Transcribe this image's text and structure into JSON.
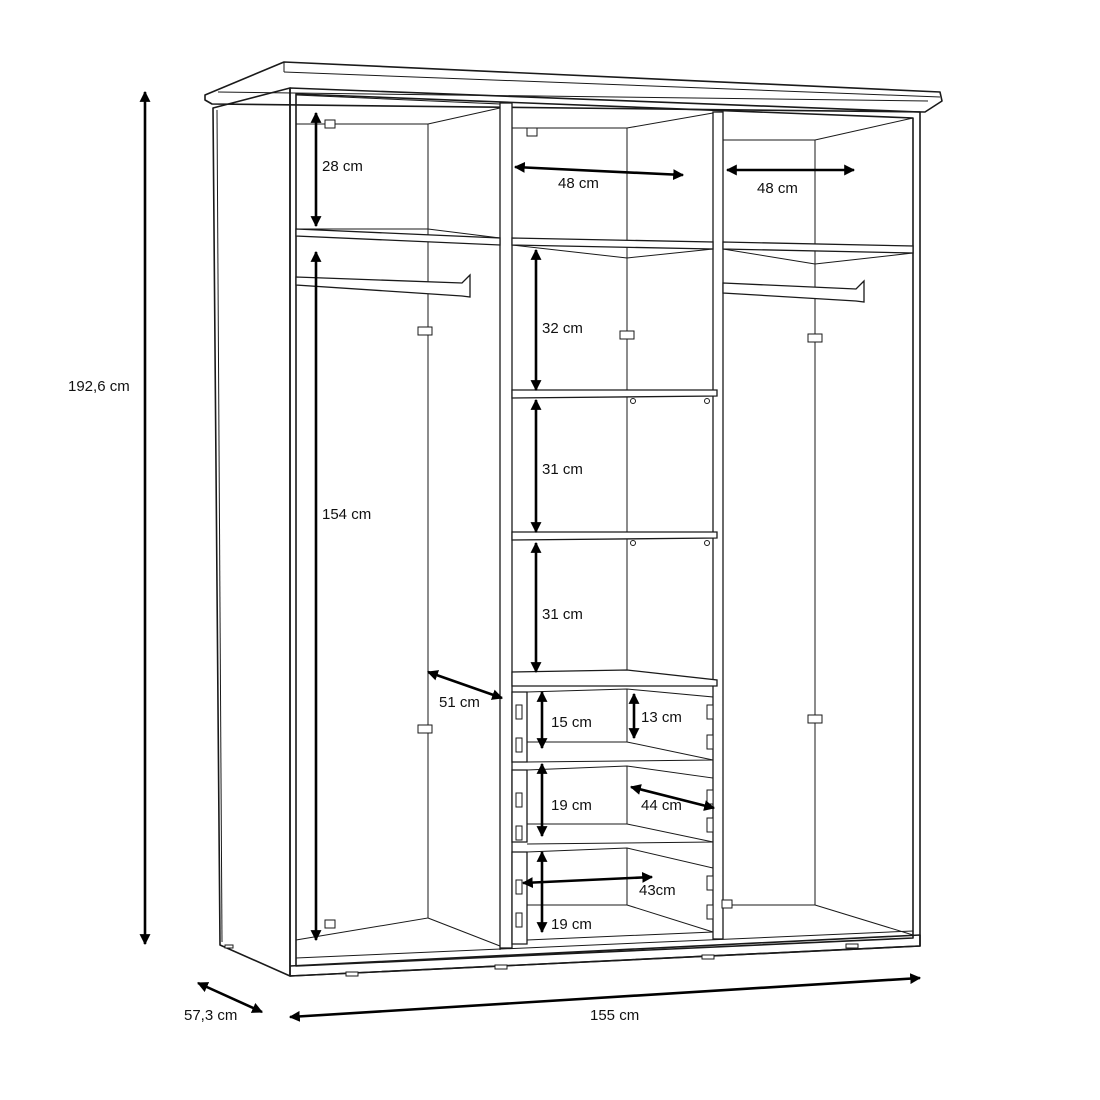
{
  "dimensions": {
    "overall_height": "192,6 cm",
    "overall_width": "155 cm",
    "overall_depth": "57,3 cm",
    "left_top_shelf_height": "28 cm",
    "left_hanging_height": "154 cm",
    "left_depth": "51 cm",
    "middle_top_width": "48 cm",
    "right_top_width": "48 cm",
    "middle_shelf_1": "32 cm",
    "middle_shelf_2": "31 cm",
    "middle_shelf_3": "31 cm",
    "drawer_1_outer": "15 cm",
    "drawer_1_inner": "13 cm",
    "drawer_2_outer": "19 cm",
    "drawer_2_width": "44 cm",
    "drawer_3_width": "43cm",
    "drawer_3_outer": "19 cm"
  }
}
